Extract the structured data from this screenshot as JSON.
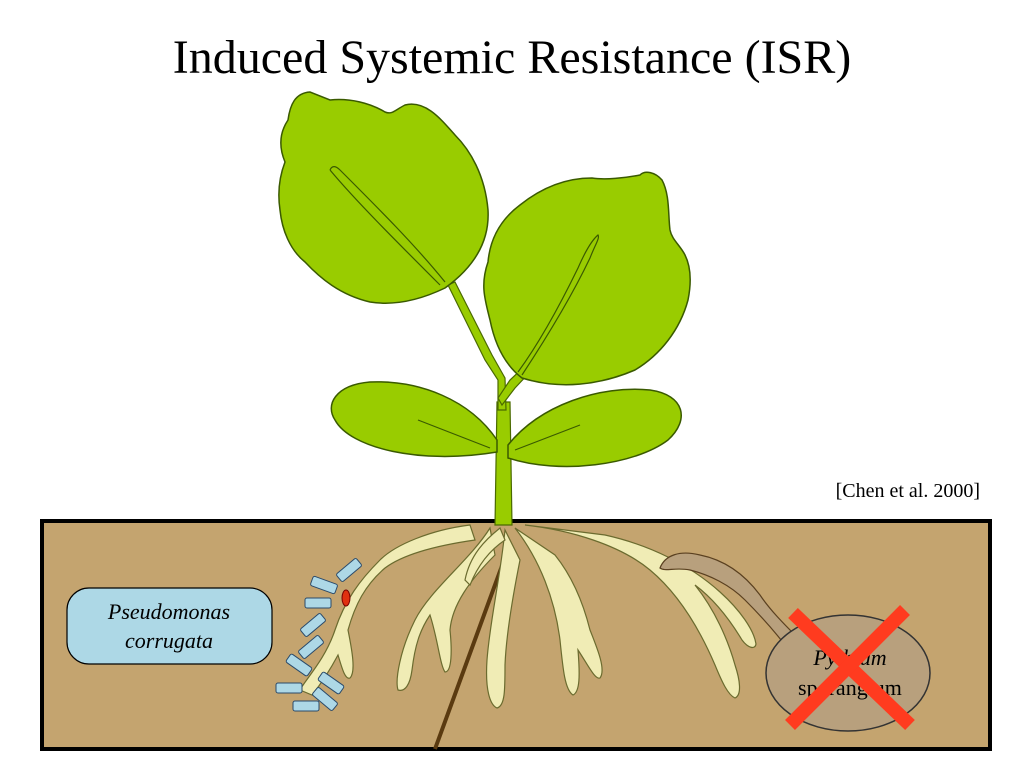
{
  "title": "Induced Systemic Resistance (ISR)",
  "citation": "[Chen et al. 2000]",
  "bacteria_label": {
    "line1": "Pseudomonas",
    "line2": "corrugata"
  },
  "pathogen_label": {
    "line1": "Pythium",
    "line2": "sporangium"
  },
  "colors": {
    "soil": "#c4a46f",
    "leaf": "#99cc00",
    "root": "#f0ecb5",
    "bacteria": "#add8e6",
    "pathogen": "#b8a07d",
    "cross": "#ff3b1f",
    "infection_spot": "#e03010"
  }
}
